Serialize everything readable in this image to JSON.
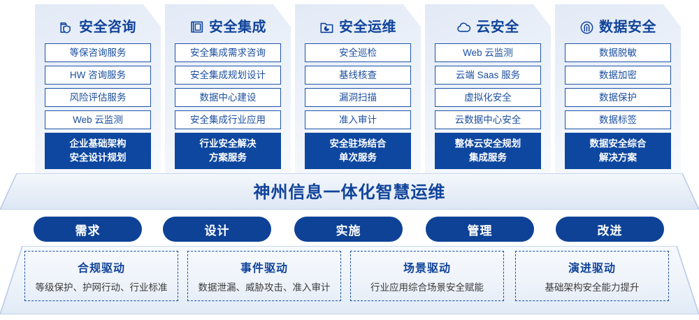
{
  "colors": {
    "primary_blue": "#10439a",
    "dark_blue_fill": "#0d47a0",
    "pill_blue": "#0e4296",
    "panel_gradient_light": "#f7fafd",
    "panel_gradient_dark": "#dce7f4",
    "item_border": "#1e53a8",
    "desc_text": "#3b3b3b"
  },
  "columns": [
    {
      "icon": "folder-shield-icon",
      "title": "安全咨询",
      "items": [
        "等保咨询服务",
        "HW 咨询服务",
        "风险评估服务",
        "Web 云监测"
      ],
      "footer": [
        "企业基础架构",
        "安全设计规划"
      ]
    },
    {
      "icon": "documents-stack-icon",
      "title": "安全集成",
      "items": [
        "安全集成需求咨询",
        "安全集成规划设计",
        "数据中心建设",
        "安全集成行业应用"
      ],
      "footer": [
        "行业安全解决",
        "方案服务"
      ]
    },
    {
      "icon": "folder-chart-icon",
      "title": "安全运维",
      "items": [
        "安全巡检",
        "基线核查",
        "漏洞扫描",
        "准入审计"
      ],
      "footer": [
        "安全驻场结合",
        "单次服务"
      ]
    },
    {
      "icon": "cloud-icon",
      "title": "云安全",
      "items": [
        "Web 云监测",
        "云端 Saas 服务",
        "虚拟化安全",
        "云数据中心安全"
      ],
      "footer": [
        "整体云安全规划",
        "集成服务"
      ]
    },
    {
      "icon": "fingerprint-icon",
      "title": "数据安全",
      "items": [
        "数据脱敏",
        "数据加密",
        "数据保护",
        "数据标签"
      ],
      "footer": [
        "数据安全综合",
        "解决方案"
      ]
    }
  ],
  "banner": {
    "title": "神州信息一体化智慧运维"
  },
  "phases": [
    {
      "label": "需求"
    },
    {
      "label": "设计"
    },
    {
      "label": "实施"
    },
    {
      "label": "管理"
    },
    {
      "label": "改进"
    }
  ],
  "drivers": [
    {
      "title": "合规驱动",
      "desc": "等级保护、护网行动、行业标准"
    },
    {
      "title": "事件驱动",
      "desc": "数据泄漏、威胁攻击、准入审计"
    },
    {
      "title": "场景驱动",
      "desc": "行业应用综合场景安全赋能"
    },
    {
      "title": "演进驱动",
      "desc": "基础架构安全能力提升"
    }
  ]
}
